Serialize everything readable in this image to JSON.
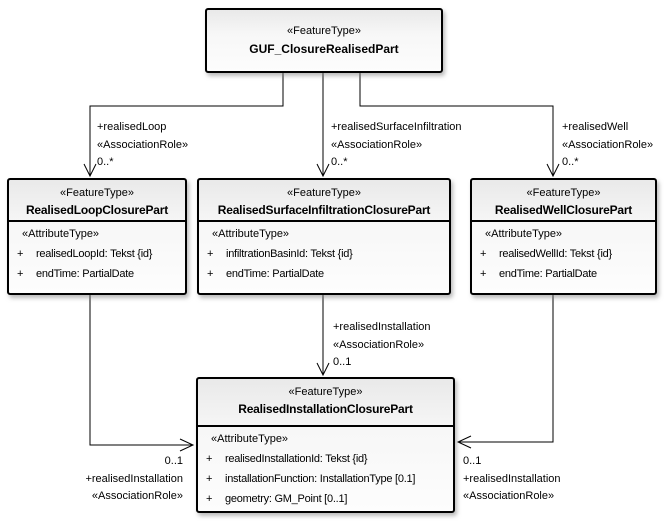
{
  "diagram": {
    "classes": {
      "top": {
        "stereotype": "«FeatureType»",
        "name": "GUF_ClosureRealisedPart"
      },
      "loop": {
        "stereotype": "«FeatureType»",
        "name": "RealisedLoopClosurePart",
        "attr_stereotype": "«AttributeType»",
        "attributes": [
          {
            "visibility": "+",
            "text": "realisedLoopId: Tekst {id}"
          },
          {
            "visibility": "+",
            "text": "endTime: PartialDate"
          }
        ]
      },
      "surface": {
        "stereotype": "«FeatureType»",
        "name": "RealisedSurfaceInfiltrationClosurePart",
        "attr_stereotype": "«AttributeType»",
        "attributes": [
          {
            "visibility": "+",
            "text": "infiltrationBasinId: Tekst {id}"
          },
          {
            "visibility": "+",
            "text": "endTime: PartialDate"
          }
        ]
      },
      "well": {
        "stereotype": "«FeatureType»",
        "name": "RealisedWellClosurePart",
        "attr_stereotype": "«AttributeType»",
        "attributes": [
          {
            "visibility": "+",
            "text": "realisedWellId: Tekst {id}"
          },
          {
            "visibility": "+",
            "text": "endTime: PartialDate"
          }
        ]
      },
      "installation": {
        "stereotype": "«FeatureType»",
        "name": "RealisedInstallationClosurePart",
        "attr_stereotype": "«AttributeType»",
        "attributes": [
          {
            "visibility": "+",
            "text": "realisedInstallationId: Tekst {id}"
          },
          {
            "visibility": "+",
            "text": "installationFunction: InstallationType [0.1]"
          },
          {
            "visibility": "+",
            "text": "geometry: GM_Point [0..1]"
          }
        ]
      }
    },
    "association_labels": {
      "realised_loop": {
        "role": "+realisedLoop",
        "stereotype": "«AssociationRole»",
        "multiplicity": "0..*"
      },
      "realised_surface_infiltration": {
        "role": "+realisedSurfaceInfiltration",
        "stereotype": "«AssociationRole»",
        "multiplicity": "0..*"
      },
      "realised_well": {
        "role": "+realisedWell",
        "stereotype": "«AssociationRole»",
        "multiplicity": "0..*"
      },
      "realised_installation_mid": {
        "role": "+realisedInstallation",
        "stereotype": "«AssociationRole»",
        "multiplicity": "0..1"
      },
      "realised_installation_left": {
        "multiplicity": "0..1",
        "role": "+realisedInstallation",
        "stereotype": "«AssociationRole»"
      },
      "realised_installation_right": {
        "multiplicity": "0..1",
        "role": "+realisedInstallation",
        "stereotype": "«AssociationRole»"
      }
    },
    "colors": {
      "line": "#000000",
      "box_fill_top": "#e9e9e9",
      "box_fill_bottom": "#fdfdfd",
      "background": "#ffffff"
    }
  }
}
